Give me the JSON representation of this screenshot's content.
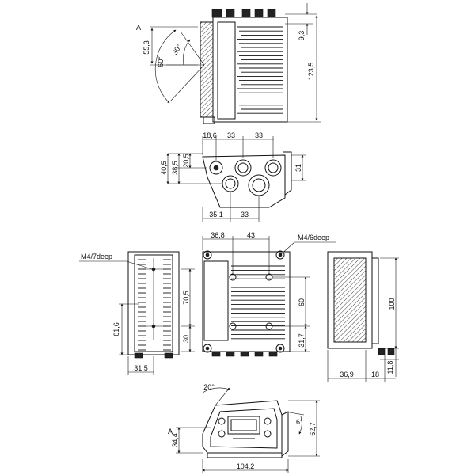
{
  "views": {
    "side_top": {
      "label_a": "A",
      "dim_55_3": "55,3",
      "angle_60": "60°",
      "angle_30": "30°",
      "dim_9_3": "9,3",
      "dim_123_5": "123,5"
    },
    "connector": {
      "dim_18_6": "18,6",
      "dim_33_a": "33",
      "dim_33_b": "33",
      "dim_20_5": "20,5",
      "dim_38_5": "38,5",
      "dim_40_5": "40,5",
      "dim_31": "31",
      "dim_35_1": "35,1",
      "dim_33_c": "33"
    },
    "rear": {
      "note_m4_7": "M4/7deep",
      "dim_61_6": "61,6",
      "dim_70_5": "70,5",
      "dim_30": "30",
      "dim_31_5": "31,5"
    },
    "heatsink": {
      "dim_36_8": "36,8",
      "dim_43": "43",
      "note_m4_6": "M4/6deep",
      "dim_60": "60",
      "dim_31_7": "31,7"
    },
    "front": {
      "dim_100": "100",
      "dim_36_9": "36,9",
      "dim_18": "18",
      "dim_11_8": "11,8"
    },
    "bottom": {
      "angle_20": "20°",
      "label_a": "A",
      "dim_34_4": "34,4",
      "angle_6": "6°",
      "dim_62_7": "62,7",
      "dim_104_2": "104,2"
    }
  }
}
